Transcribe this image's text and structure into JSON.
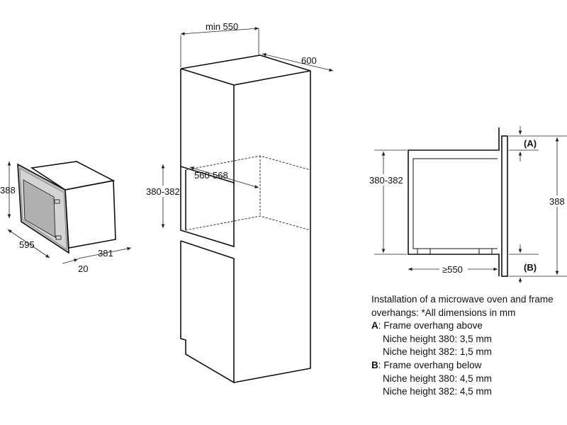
{
  "microwave": {
    "height": "388",
    "width": "595",
    "depth": "381",
    "frame": "20"
  },
  "cabinet": {
    "min_width": "min 550",
    "depth": "600",
    "niche_depth": "560-568",
    "niche_height": "380-382"
  },
  "side_view": {
    "niche_height": "380-382",
    "depth": "≥550",
    "frame_height": "388",
    "label_a": "(A)",
    "label_b": "(B)"
  },
  "notes": {
    "title": "Installation of a microwave oven and frame overhangs: *All dimensions in mm",
    "a_key": "A",
    "a_label": ": Frame overhang above",
    "a_items": [
      "Niche height 380: 3,5 mm",
      "Niche height 382: 1,5 mm"
    ],
    "b_key": "B",
    "b_label": ": Frame overhang below",
    "b_items": [
      "Niche height 380: 4,5 mm",
      "Niche height 382: 4,5 mm"
    ]
  }
}
